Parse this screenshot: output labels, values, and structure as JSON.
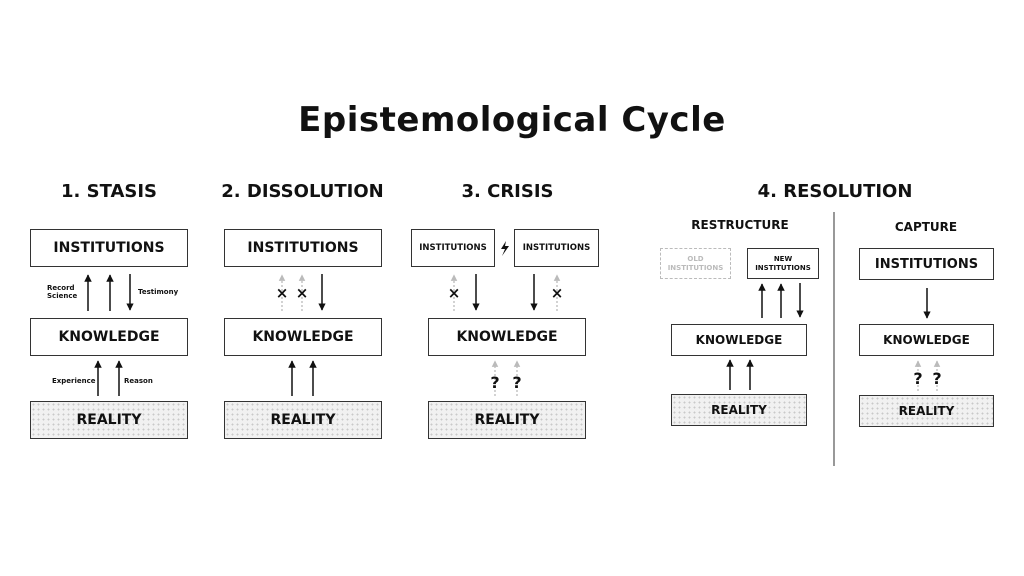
{
  "title": "Epistemological Cycle",
  "stages": {
    "stasis": {
      "heading": "1. STASIS",
      "institutions": "INSTITUTIONS",
      "knowledge": "KNOWLEDGE",
      "reality": "REALITY",
      "label_record_science": "Record\nScience",
      "label_testimony": "Testimony",
      "label_experience": "Experience",
      "label_reason": "Reason"
    },
    "dissolution": {
      "heading": "2. DISSOLUTION",
      "institutions": "INSTITUTIONS",
      "knowledge": "KNOWLEDGE",
      "reality": "REALITY",
      "marks": [
        "×",
        "×"
      ]
    },
    "crisis": {
      "heading": "3. CRISIS",
      "institutions_left": "INSTITUTIONS",
      "institutions_right": "INSTITUTIONS",
      "knowledge": "KNOWLEDGE",
      "reality": "REALITY",
      "marks": [
        "×",
        "×"
      ],
      "questions": [
        "?",
        "?"
      ]
    },
    "resolution": {
      "heading": "4. RESOLUTION",
      "restructure": {
        "heading": "RESTRUCTURE",
        "old_institutions": "OLD INSTITUTIONS",
        "new_institutions": "NEW INSTITUTIONS",
        "knowledge": "KNOWLEDGE",
        "reality": "REALITY"
      },
      "capture": {
        "heading": "CAPTURE",
        "institutions": "INSTITUTIONS",
        "knowledge": "KNOWLEDGE",
        "reality": "REALITY",
        "questions": [
          "?",
          "?"
        ]
      }
    }
  },
  "colors": {
    "ink": "#111111",
    "faded": "#bbbbbb",
    "reality_fill": "#f1f1f1"
  }
}
